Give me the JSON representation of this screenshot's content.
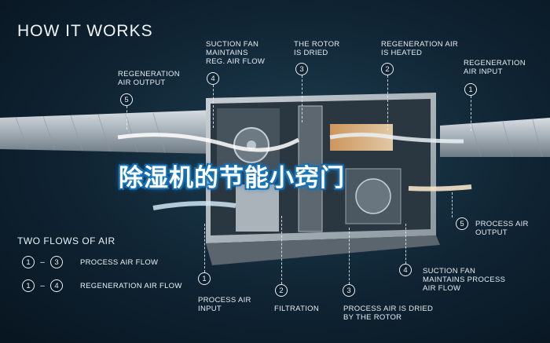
{
  "title": "HOW IT WORKS",
  "overlay_text": "除湿机的节能小窍门",
  "callouts_top": [
    {
      "num": "5",
      "label": "REGENERATION\nAIR OUTPUT"
    },
    {
      "num": "4",
      "label": "SUCTION FAN\nMAINTAINS\nREG. AIR FLOW"
    },
    {
      "num": "3",
      "label": "THE ROTOR\nIS DRIED"
    },
    {
      "num": "2",
      "label": "REGENERATION AIR\nIS HEATED"
    },
    {
      "num": "1",
      "label": "REGENERATION\nAIR INPUT"
    }
  ],
  "callouts_bottom": [
    {
      "num": "1",
      "label": "PROCESS AIR\nINPUT"
    },
    {
      "num": "2",
      "label": "FILTRATION"
    },
    {
      "num": "3",
      "label": "PROCESS AIR IS DRIED\nBY THE ROTOR"
    },
    {
      "num": "4",
      "label": "SUCTION FAN\nMAINTAINS PROCESS\nAIR FLOW"
    },
    {
      "num": "5",
      "label": "PROCESS AIR\nOUTPUT"
    }
  ],
  "legend": {
    "title": "TWO FLOWS OF AIR",
    "rows": [
      {
        "from": "1",
        "dash": "–",
        "to": "3",
        "label": "PROCESS AIR FLOW"
      },
      {
        "from": "1",
        "dash": "–",
        "to": "4",
        "label": "REGENERATION AIR FLOW"
      }
    ]
  }
}
